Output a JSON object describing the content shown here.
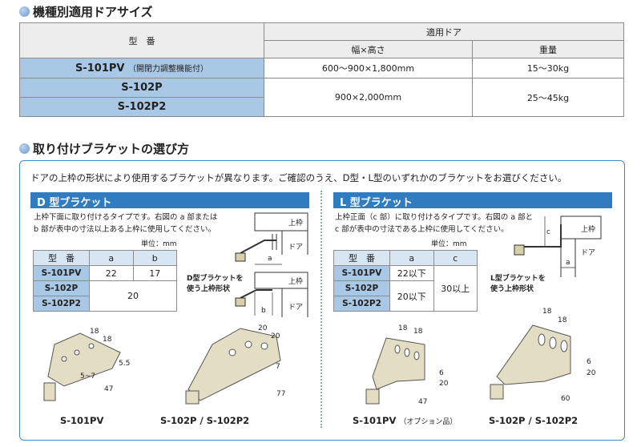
{
  "section1": {
    "title": "機種別適用ドアサイズ"
  },
  "spec": {
    "h_model": "型　番",
    "h_door": "適用ドア",
    "h_size": "幅×高さ",
    "h_weight": "重量",
    "rows": [
      {
        "model": "S-101PV",
        "note": "（開閉力調整機能付）",
        "size": "600～900×1,800mm",
        "weight": "15～30kg"
      },
      {
        "model": "S-102P"
      },
      {
        "model": "S-102P2"
      }
    ],
    "shared_size": "900×2,000mm",
    "shared_weight": "25～45kg"
  },
  "section2": {
    "title": "取り付けブラケットの選び方"
  },
  "intro": "ドアの上枠の形状により使用するブラケットが異なります。ご確認のうえ、D型・L型のいずれかのブラケットをお選びください。",
  "d": {
    "title": "D 型ブラケット",
    "desc1": "上枠下面に取り付けるタイプです。右図の a 部または",
    "desc2": "b 部が表中の寸法以上ある上枠に使用してください。",
    "unit": "単位：mm",
    "h": [
      "型　番",
      "a",
      "b"
    ],
    "r1": [
      "S-101PV",
      "22",
      "17"
    ],
    "r2": "S-102P",
    "r3": "S-102P2",
    "merged": "20",
    "lbl_top": "上枠",
    "lbl_door": "ドア",
    "lbl_a": "a",
    "lbl_b": "b",
    "note1": "D型ブラケットを",
    "note2": "使う上枠形状",
    "dims_l": [
      "18",
      "18",
      "5.5",
      "5~7",
      "47"
    ],
    "dims_r": [
      "20",
      "20",
      "7",
      "77"
    ],
    "cap1": "S-101PV",
    "cap2": "S-102P / S-102P2"
  },
  "l": {
    "title": "L 型ブラケット",
    "desc1": "上枠正面（c 部）に取り付けるタイプです。右図の a 部と",
    "desc2": "c 部が表中の寸法である上枠に使用してください。",
    "unit": "単位：mm",
    "h": [
      "型　番",
      "a",
      "c"
    ],
    "r1": [
      "S-101PV",
      "22以下"
    ],
    "r2": "S-102P",
    "r3": "S-102P2",
    "merged_a": "20以下",
    "merged_c": "30以上",
    "lbl_top": "上枠",
    "lbl_door": "ドア",
    "lbl_c": "c",
    "lbl_a": "a",
    "note1": "L型ブラケットを",
    "note2": "使う上枠形状",
    "dims_l": [
      "18",
      "18",
      "6",
      "20",
      "47"
    ],
    "dims_r": [
      "18",
      "18",
      "6",
      "20",
      "60"
    ],
    "cap1": "S-101PV",
    "cap1_note": "（オプション品）",
    "cap2": "S-102P / S-102P2"
  }
}
